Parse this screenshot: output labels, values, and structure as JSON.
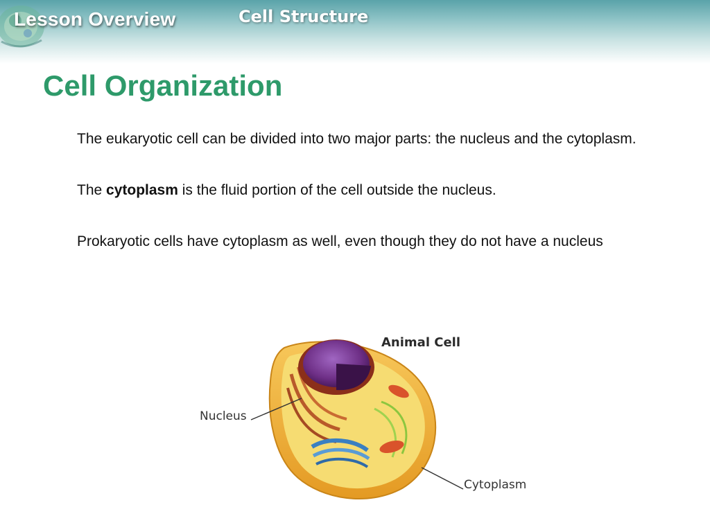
{
  "header": {
    "section_label": "Lesson Overview",
    "topic": "Cell Structure"
  },
  "slide": {
    "title": "Cell Organization",
    "paragraphs": [
      "The eukaryotic cell can be divided into two major parts: the nucleus and the cytoplasm.",
      {
        "before": "The ",
        "bold": "cytoplasm",
        "after": " is the fluid portion of the cell outside the nucleus."
      },
      "Prokaryotic cells have cytoplasm as well, even though they do not have a nucleus"
    ]
  },
  "figure": {
    "title": "Animal Cell",
    "labels": {
      "nucleus": "Nucleus",
      "cytoplasm": "Cytoplasm"
    }
  },
  "colors": {
    "title_green": "#2e9a6a",
    "banner_teal": "#5aa3a9",
    "cell_membrane": "#f0b13a",
    "cytoplasm_fill": "#f6dc72",
    "nucleus_purple": "#6e2f86"
  },
  "icons": [
    "cell-graphic-icon"
  ]
}
